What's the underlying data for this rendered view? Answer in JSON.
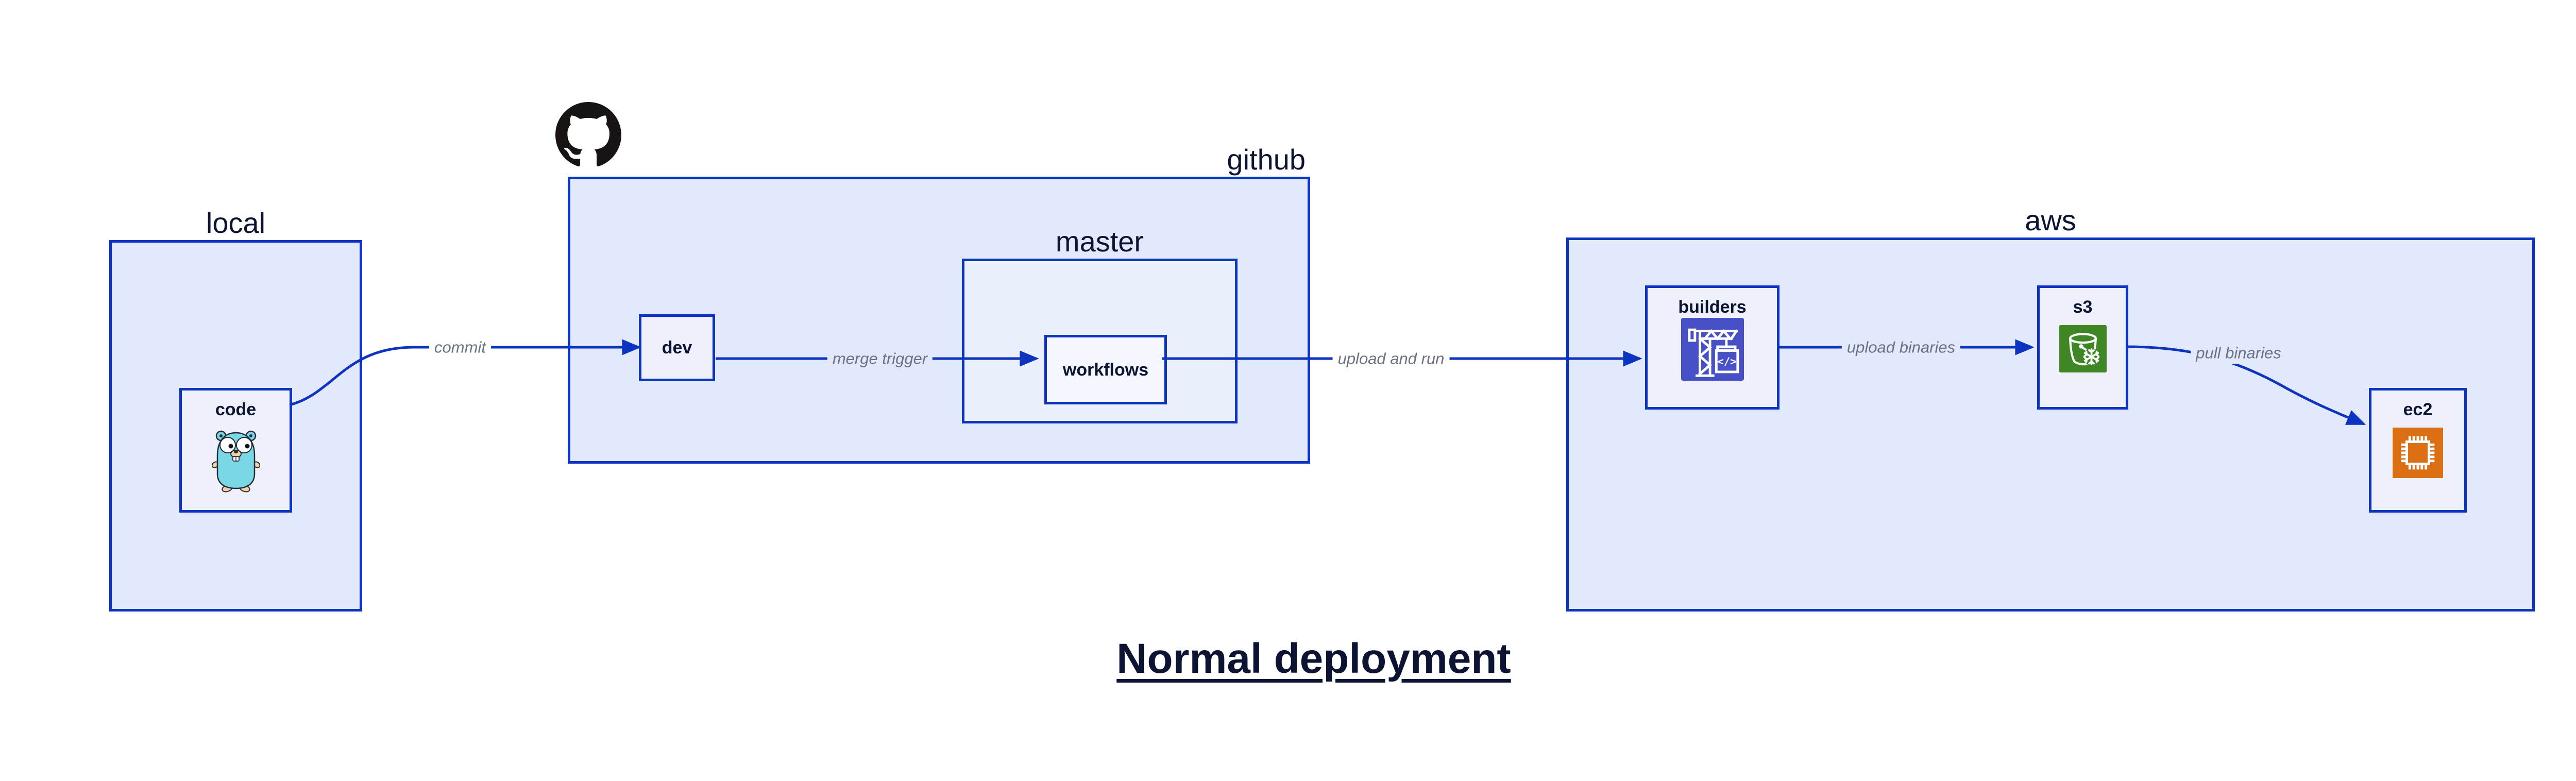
{
  "diagram_title": "Normal deployment",
  "containers": {
    "local": {
      "label": "local"
    },
    "github": {
      "label": "github",
      "icon": "github-octocat-icon"
    },
    "master": {
      "label": "master"
    },
    "aws": {
      "label": "aws"
    }
  },
  "nodes": {
    "code": {
      "label": "code",
      "icon": "go-gopher-icon"
    },
    "dev": {
      "label": "dev"
    },
    "workflows": {
      "label": "workflows"
    },
    "builders": {
      "label": "builders",
      "icon": "crane-build-icon"
    },
    "s3": {
      "label": "s3",
      "icon": "s3-bucket-icon"
    },
    "ec2": {
      "label": "ec2",
      "icon": "ec2-chip-icon"
    }
  },
  "edges": [
    {
      "from": "code",
      "to": "dev",
      "label": "commit"
    },
    {
      "from": "dev",
      "to": "workflows",
      "label": "merge trigger"
    },
    {
      "from": "workflows",
      "to": "builders",
      "label": "upload and run"
    },
    {
      "from": "builders",
      "to": "s3",
      "label": "upload binaries"
    },
    {
      "from": "s3",
      "to": "ec2",
      "label": "pull binaries"
    }
  ],
  "colors": {
    "stroke_blue": "#0D34C1",
    "container_fill": "#E3E9FD",
    "nested_container_fill": "#EAEFFC",
    "node_fill": "#EEF1FC",
    "leaf_in_nested_fill": "#F5F7FE",
    "text_dark": "#0D1333",
    "edge_label_gray": "#6B7280",
    "github_black": "#181414",
    "gopher_body": "#79D7E6",
    "gopher_skin": "#F2D1A4",
    "builders_icon_bg": "#4751C5",
    "s3_icon_bg": "#3F8624",
    "ec2_icon_bg": "#DC6E14"
  }
}
